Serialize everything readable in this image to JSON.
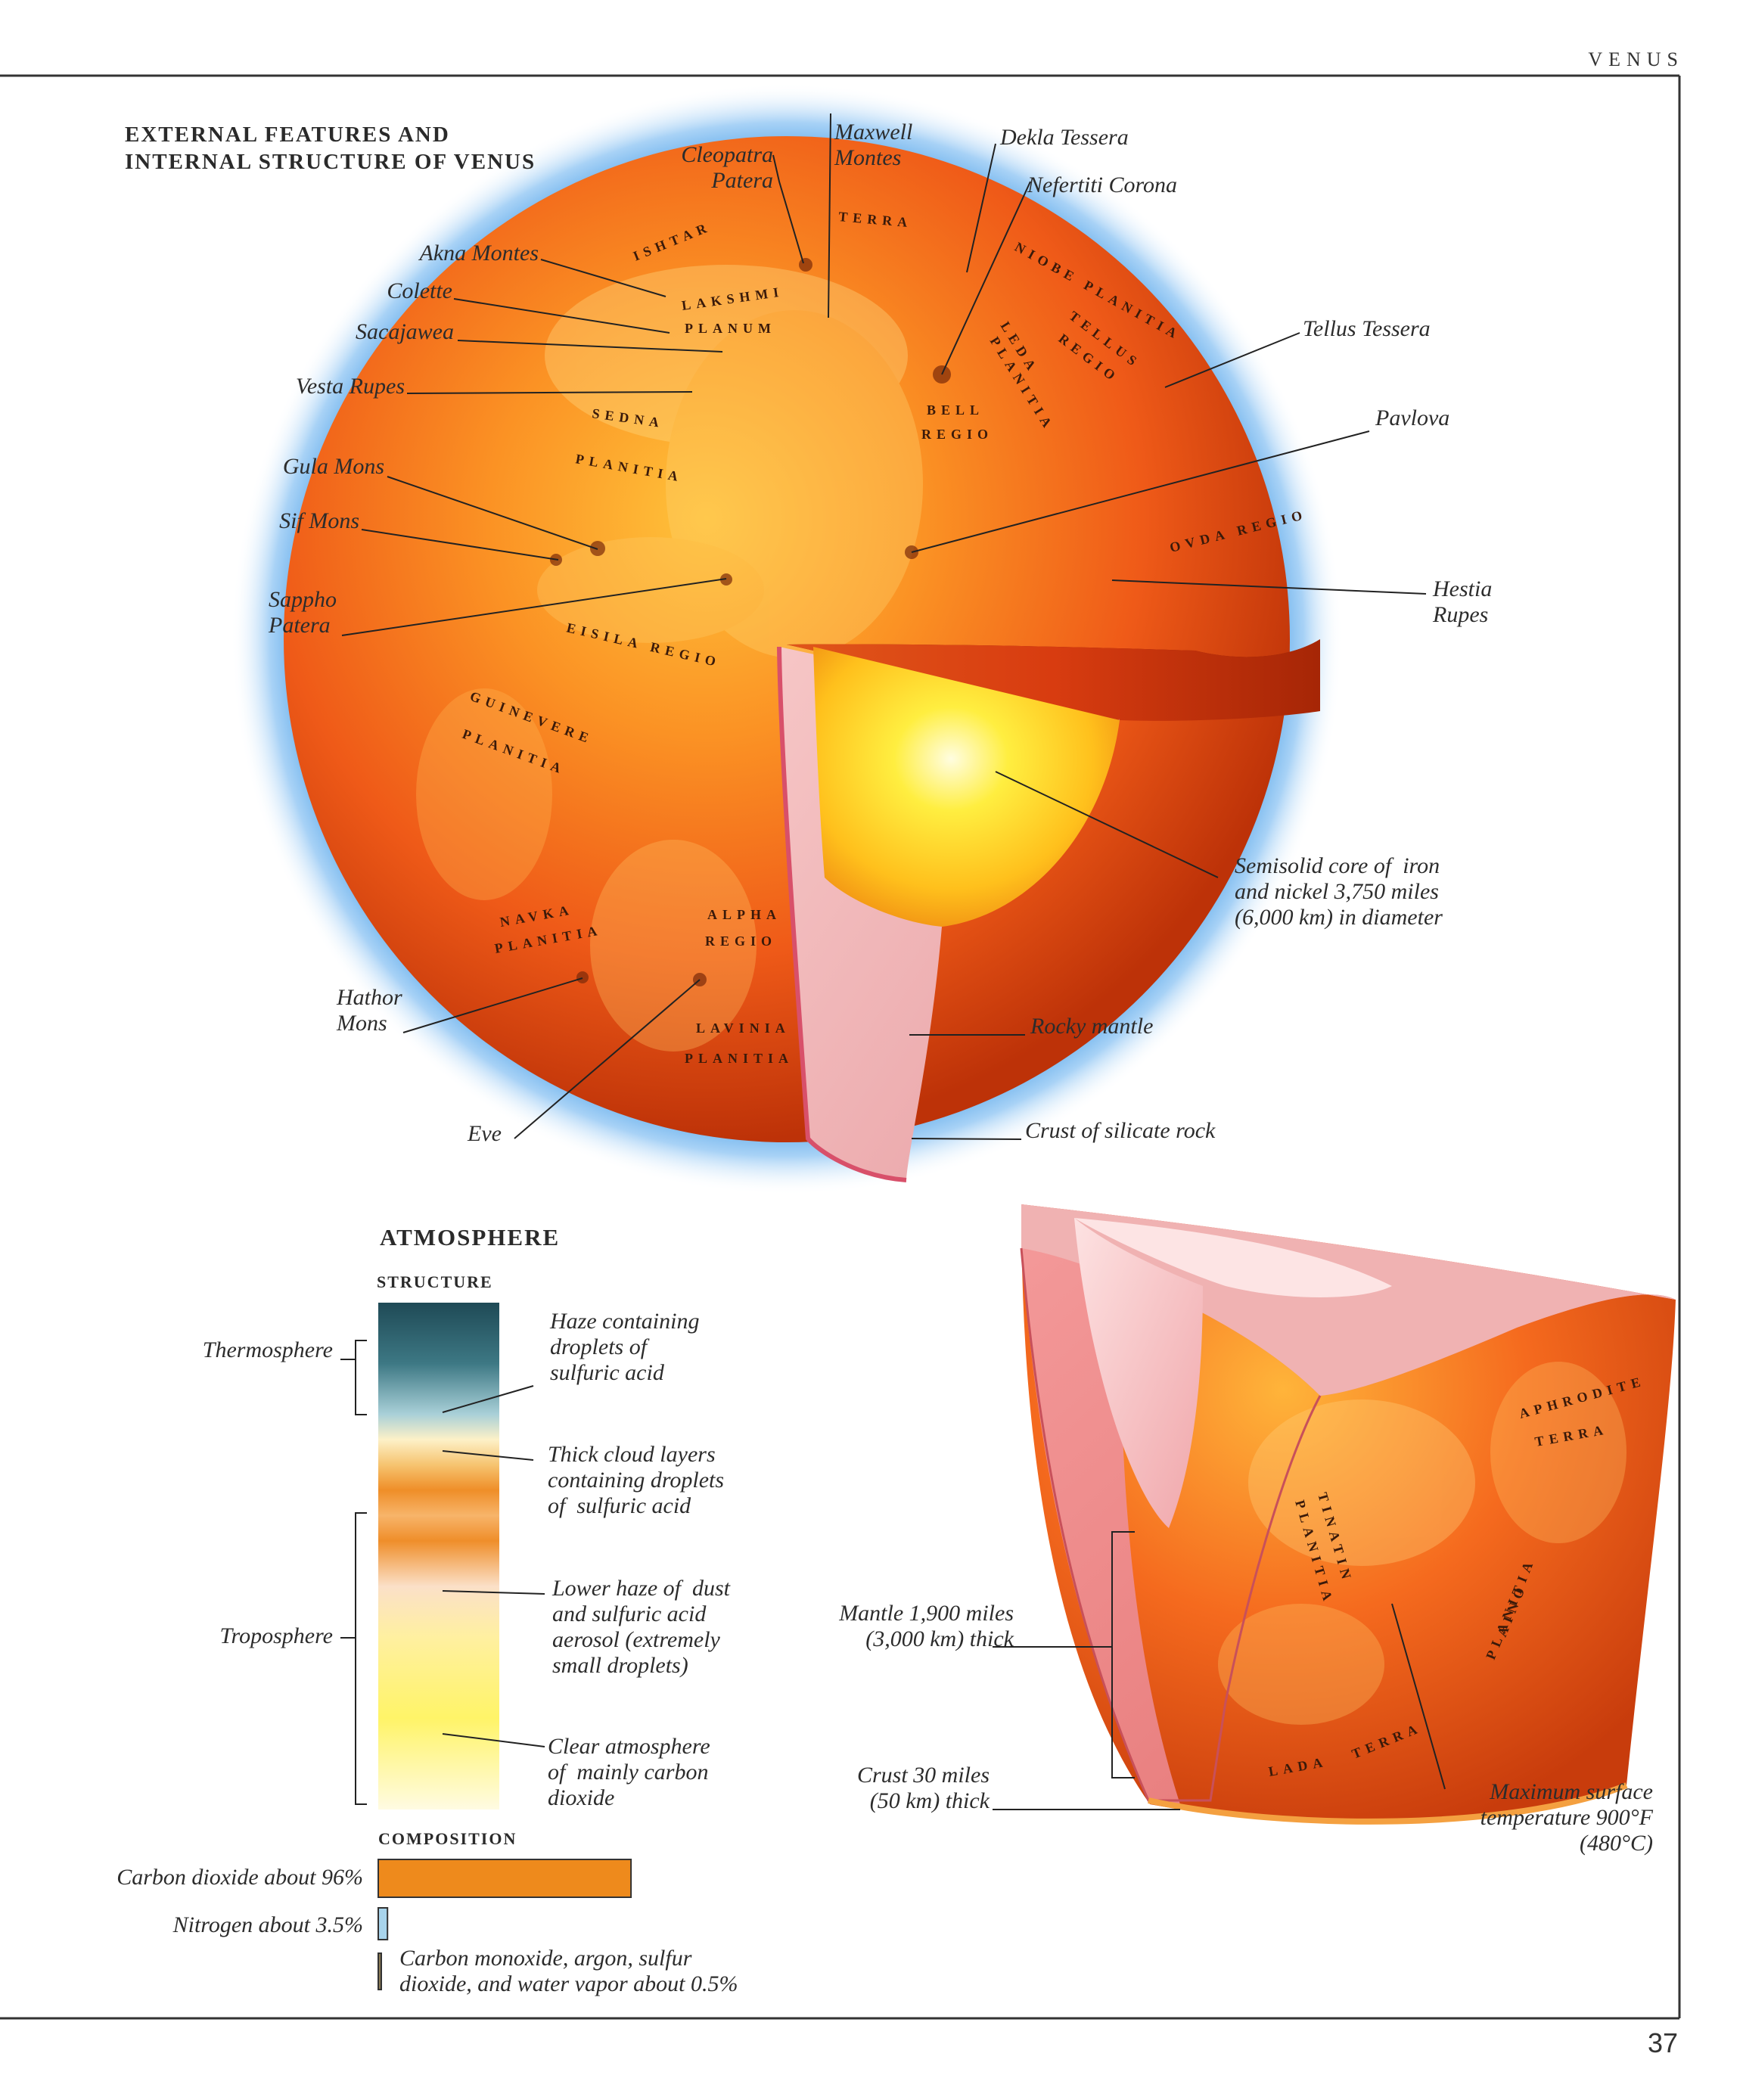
{
  "page": {
    "section": "VENUS",
    "number": "37"
  },
  "heading": {
    "line1": "EXTERNAL FEATURES AND",
    "line2": "INTERNAL STRUCTURE OF VENUS"
  },
  "features": {
    "cleopatra": "Cleopatra\nPatera",
    "maxwell": "Maxwell\nMontes",
    "dekla": "Dekla Tessera",
    "nefertiti": "Nefertiti Corona",
    "akna": "Akna Montes",
    "colette": "Colette",
    "sacajawea": "Sacajawea",
    "vesta": "Vesta Rupes",
    "tellus_tessera": "Tellus Tessera",
    "pavlova": "Pavlova",
    "gula": "Gula Mons",
    "sif": "Sif  Mons",
    "sappho": "Sappho\nPatera",
    "hestia": "Hestia\nRupes",
    "core": "Semisolid core of  iron\nand nickel 3,750 miles\n(6,000 km) in diameter",
    "hathor": "Hathor\nMons",
    "mantle": "Rocky mantle",
    "eve": "Eve",
    "crust": "Crust of  silicate rock"
  },
  "regions": {
    "ishtar": "ISHTAR",
    "terra": "TERRA",
    "lakshmi": "LAKSHMI",
    "planum": "PLANUM",
    "niobe": "NIOBE PLANITIA",
    "tellus": "TELLUS",
    "tellus_regio": "REGIO",
    "leda": "LEDA",
    "leda_planitia": "PLANITIA",
    "sedna": "SEDNA",
    "sedna_planitia": "PLANITIA",
    "bell": "BELL",
    "bell_regio": "REGIO",
    "ovda": "OVDA REGIO",
    "eisila": "EISILA REGIO",
    "guinevere": "GUINEVERE",
    "guinevere_planitia": "PLANITIA",
    "navka": "NAVKA",
    "navka_planitia": "PLANITIA",
    "alpha": "ALPHA",
    "alpha_regio": "REGIO",
    "lavinia": "LAVINIA",
    "lavinia_planitia": "PLANITIA",
    "aphrodite": "APHRODITE",
    "aphrodite_terra": "TERRA",
    "tinatin": "TINATIN",
    "tinatin_planitia": "PLANITIA",
    "aino": "AINO",
    "aino_planitia": "PLANITIA",
    "lada": "LADA",
    "lada_terra": "TERRA"
  },
  "atmosphere": {
    "title": "ATMOSPHERE",
    "structure_title": "STRUCTURE",
    "thermosphere": "Thermosphere",
    "troposphere": "Troposphere",
    "haze": "Haze containing\ndroplets of\nsulfuric acid",
    "clouds": "Thick cloud layers\ncontaining droplets\nof  sulfuric acid",
    "lower_haze": "Lower haze of  dust\nand sulfuric acid\naerosol (extremely\nsmall droplets)",
    "clear": "Clear atmosphere\nof  mainly carbon\ndioxide",
    "composition_title": "COMPOSITION",
    "composition": [
      {
        "label": "Carbon dioxide about 96%",
        "percent": 96,
        "color": "#ee8a1c"
      },
      {
        "label": "Nitrogen about 3.5%",
        "percent": 3.5,
        "color": "#a8d4ec"
      },
      {
        "label": "Carbon monoxide, argon, sulfur\ndioxide, and water vapor about 0.5%",
        "percent": 0.5,
        "color": "#8a7a55"
      }
    ]
  },
  "section_labels": {
    "mantle_thick": "Mantle 1,900 miles\n(3,000 km) thick",
    "crust_thick": "Crust 30 miles\n(50 km) thick",
    "max_temp": "Maximum surface\ntemperature 900°F\n(480°C)"
  },
  "colors": {
    "space_blue": "#3f9be0",
    "surface_orange": "#f2661c",
    "core_yellow": "#ffe02a",
    "mantle_pink": "#f0b0b8"
  }
}
